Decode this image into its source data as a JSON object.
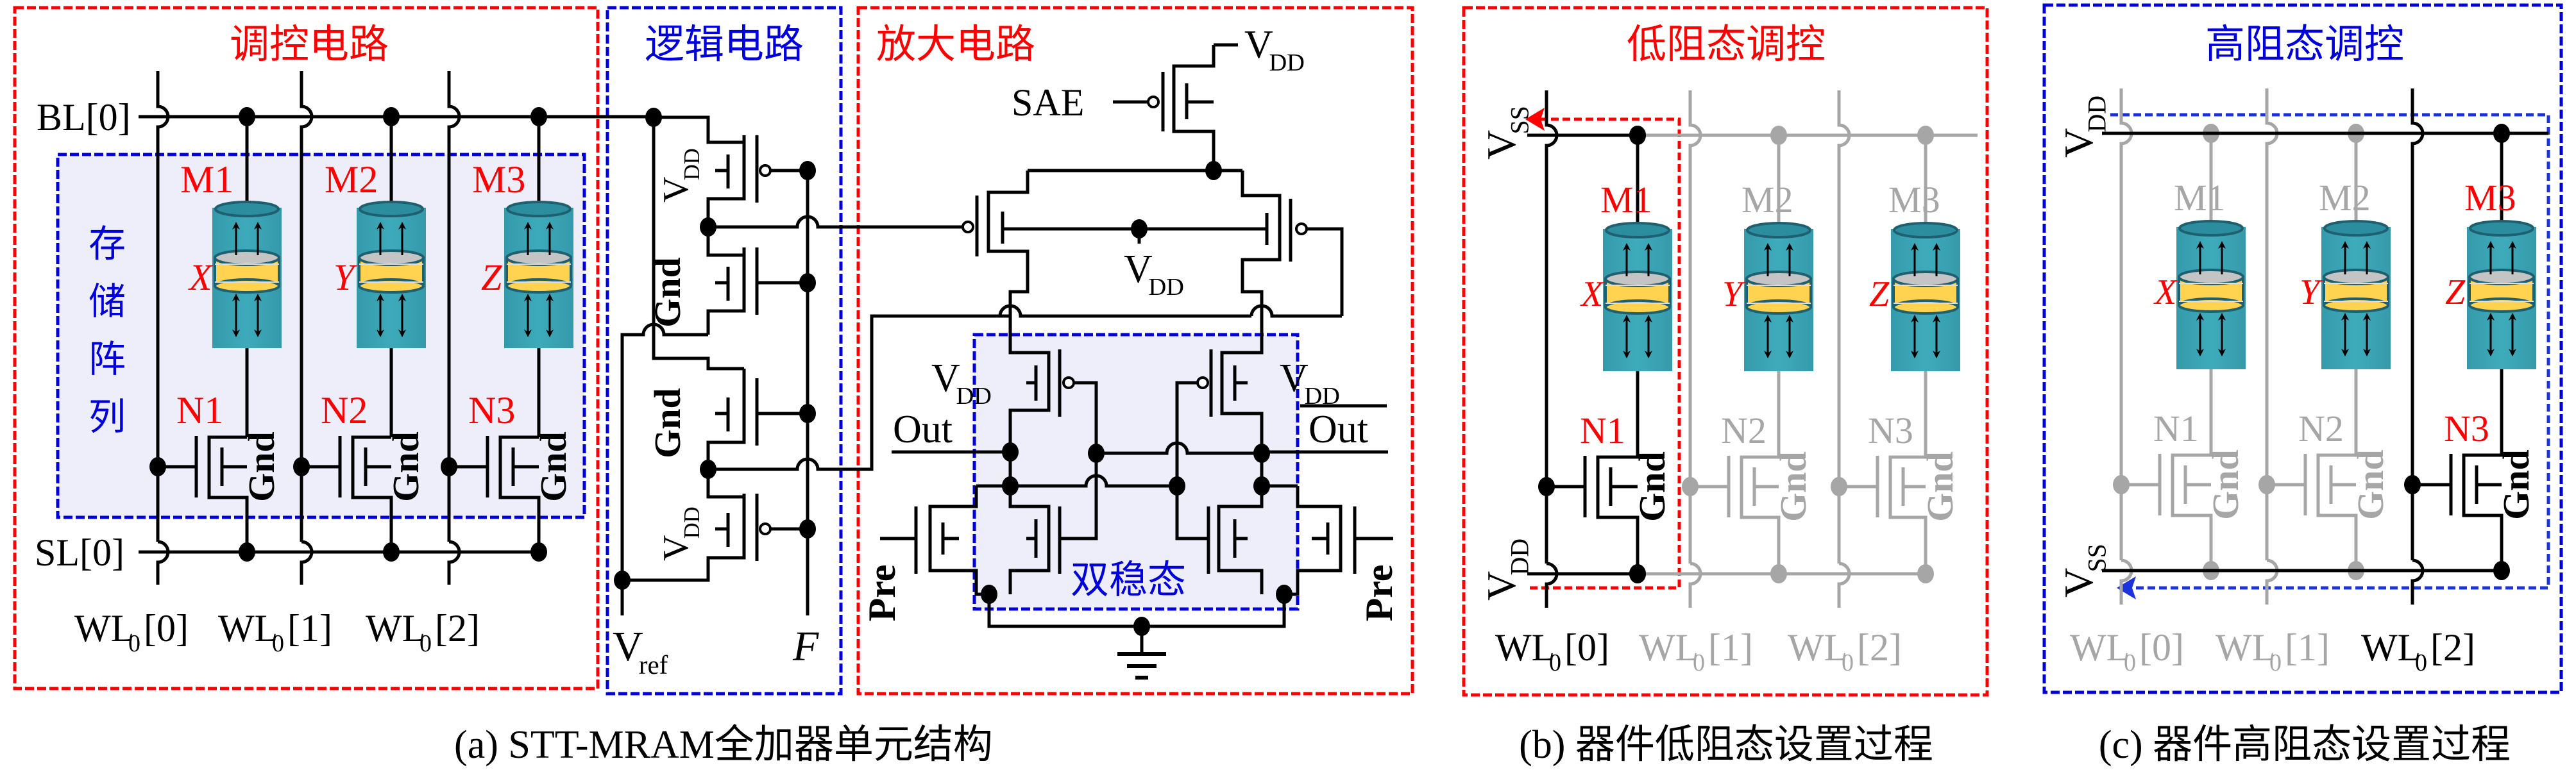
{
  "figure": {
    "colors": {
      "red": "#ff0000",
      "blue": "#0000dd",
      "gray": "#a6a6a6",
      "storage_fill": "#eeeefa",
      "mtj_teal": "#2e9fb0",
      "mtj_edge": "#1f6070",
      "mtj_yellow": "#ffd24f",
      "mtj_gray": "#c4c4c4",
      "arrow_red": "#ff0000",
      "arrow_blue": "#1a33dd"
    },
    "panel_a": {
      "caption": "(a) STT-MRAM全加器单元结构",
      "control": {
        "title": "调控电路",
        "storage_label": [
          "存",
          "储",
          "阵",
          "列"
        ],
        "bl_label": "BL[0]",
        "sl_label": "SL[0]",
        "gnd_label": "Gnd",
        "columns": [
          {
            "mtj": "M1",
            "var": "X",
            "nmos": "N1",
            "wl": "WL",
            "wl_sub": "0",
            "wl_idx": "[0]"
          },
          {
            "mtj": "M2",
            "var": "Y",
            "nmos": "N2",
            "wl": "WL",
            "wl_sub": "0",
            "wl_idx": "[1]"
          },
          {
            "mtj": "M3",
            "var": "Z",
            "nmos": "N3",
            "wl": "WL",
            "wl_sub": "0",
            "wl_idx": "[2]"
          }
        ]
      },
      "logic": {
        "title": "逻辑电路",
        "vdd": "V",
        "vdd_sub": "DD",
        "gnd": "Gnd",
        "vref": "V",
        "vref_sub": "ref",
        "f_label": "F"
      },
      "amplifier": {
        "title": "放大电路",
        "sae_label": "SAE",
        "vdd": "V",
        "vdd_sub": "DD",
        "out_label": "Out",
        "out_bar_label": "Out",
        "pre_label": "Pre",
        "bistable_label": "双稳态"
      }
    },
    "panel_b": {
      "caption": "(b) 器件低阻态设置过程",
      "title": "低阻态调控",
      "top_rail": {
        "v": "V",
        "sub": "SS"
      },
      "bottom_rail": {
        "v": "V",
        "sub": "DD"
      },
      "active_column": 0,
      "gnd_label": "Gnd",
      "columns": [
        {
          "mtj": "M1",
          "var": "X",
          "nmos": "N1",
          "wl": "WL",
          "wl_sub": "0",
          "wl_idx": "[0]"
        },
        {
          "mtj": "M2",
          "var": "Y",
          "nmos": "N2",
          "wl": "WL",
          "wl_sub": "0",
          "wl_idx": "[1]"
        },
        {
          "mtj": "M3",
          "var": "Z",
          "nmos": "N3",
          "wl": "WL",
          "wl_sub": "0",
          "wl_idx": "[2]"
        }
      ]
    },
    "panel_c": {
      "caption": "(c) 器件高阻态设置过程",
      "title": "高阻态调控",
      "top_rail": {
        "v": "V",
        "sub": "DD"
      },
      "bottom_rail": {
        "v": "V",
        "sub": "SS"
      },
      "active_column": 2,
      "gnd_label": "Gnd",
      "columns": [
        {
          "mtj": "M1",
          "var": "X",
          "nmos": "N1",
          "wl": "WL",
          "wl_sub": "0",
          "wl_idx": "[0]"
        },
        {
          "mtj": "M2",
          "var": "Y",
          "nmos": "N2",
          "wl": "WL",
          "wl_sub": "0",
          "wl_idx": "[1]"
        },
        {
          "mtj": "M3",
          "var": "Z",
          "nmos": "N3",
          "wl": "WL",
          "wl_sub": "0",
          "wl_idx": "[2]"
        }
      ]
    }
  }
}
